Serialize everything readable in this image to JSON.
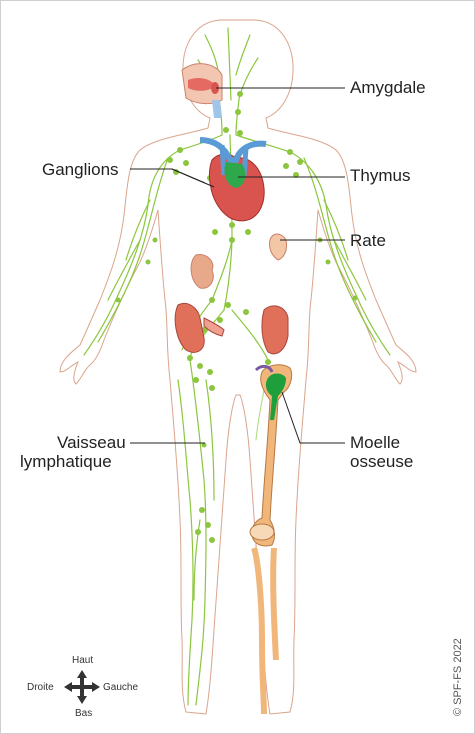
{
  "labels": {
    "amygdale": "Amygdale",
    "ganglions": "Ganglions",
    "thymus": "Thymus",
    "rate": "Rate",
    "vaisseau_line1": "Vaisseau",
    "vaisseau_line2": "lymphatique",
    "moelle_line1": "Moelle",
    "moelle_line2": "osseuse"
  },
  "compass": {
    "up": "Haut",
    "down": "Bas",
    "left": "Droite",
    "right": "Gauche"
  },
  "copyright": "© SPF-FS 2022",
  "colors": {
    "lymph": "#8cc63f",
    "node": "#8cc63f",
    "outline": "#d4a58a",
    "heart": "#d9534f",
    "vessel_blue": "#5b9bd5",
    "thymus_green": "#2ea84a",
    "bone": "#f0b67a",
    "marrow": "#1f9e3c",
    "organ": "#e0705a"
  }
}
